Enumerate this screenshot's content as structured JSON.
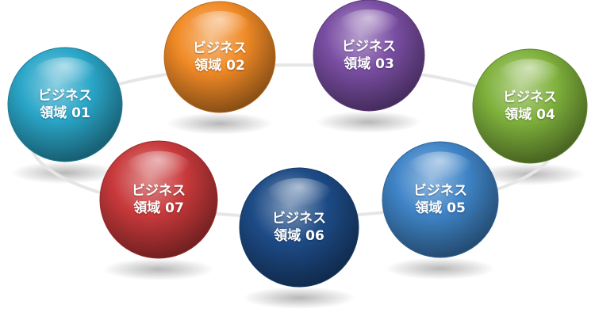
{
  "diagram": {
    "nodes": [
      {
        "id": "01",
        "title": "ビジネス",
        "subtitle": "領域 01",
        "color": "#2aa6c8"
      },
      {
        "id": "02",
        "title": "ビジネス",
        "subtitle": "領域 02",
        "color": "#f08a26"
      },
      {
        "id": "03",
        "title": "ビジネス",
        "subtitle": "領域 03",
        "color": "#7a4ea3"
      },
      {
        "id": "04",
        "title": "ビジネス",
        "subtitle": "領域 04",
        "color": "#7fb13c"
      },
      {
        "id": "05",
        "title": "ビジネス",
        "subtitle": "領域 05",
        "color": "#3f84c7"
      },
      {
        "id": "06",
        "title": "ビジネス",
        "subtitle": "領域 06",
        "color": "#1d4b86"
      },
      {
        "id": "07",
        "title": "ビジネス",
        "subtitle": "領域 07",
        "color": "#c8393b"
      }
    ]
  }
}
